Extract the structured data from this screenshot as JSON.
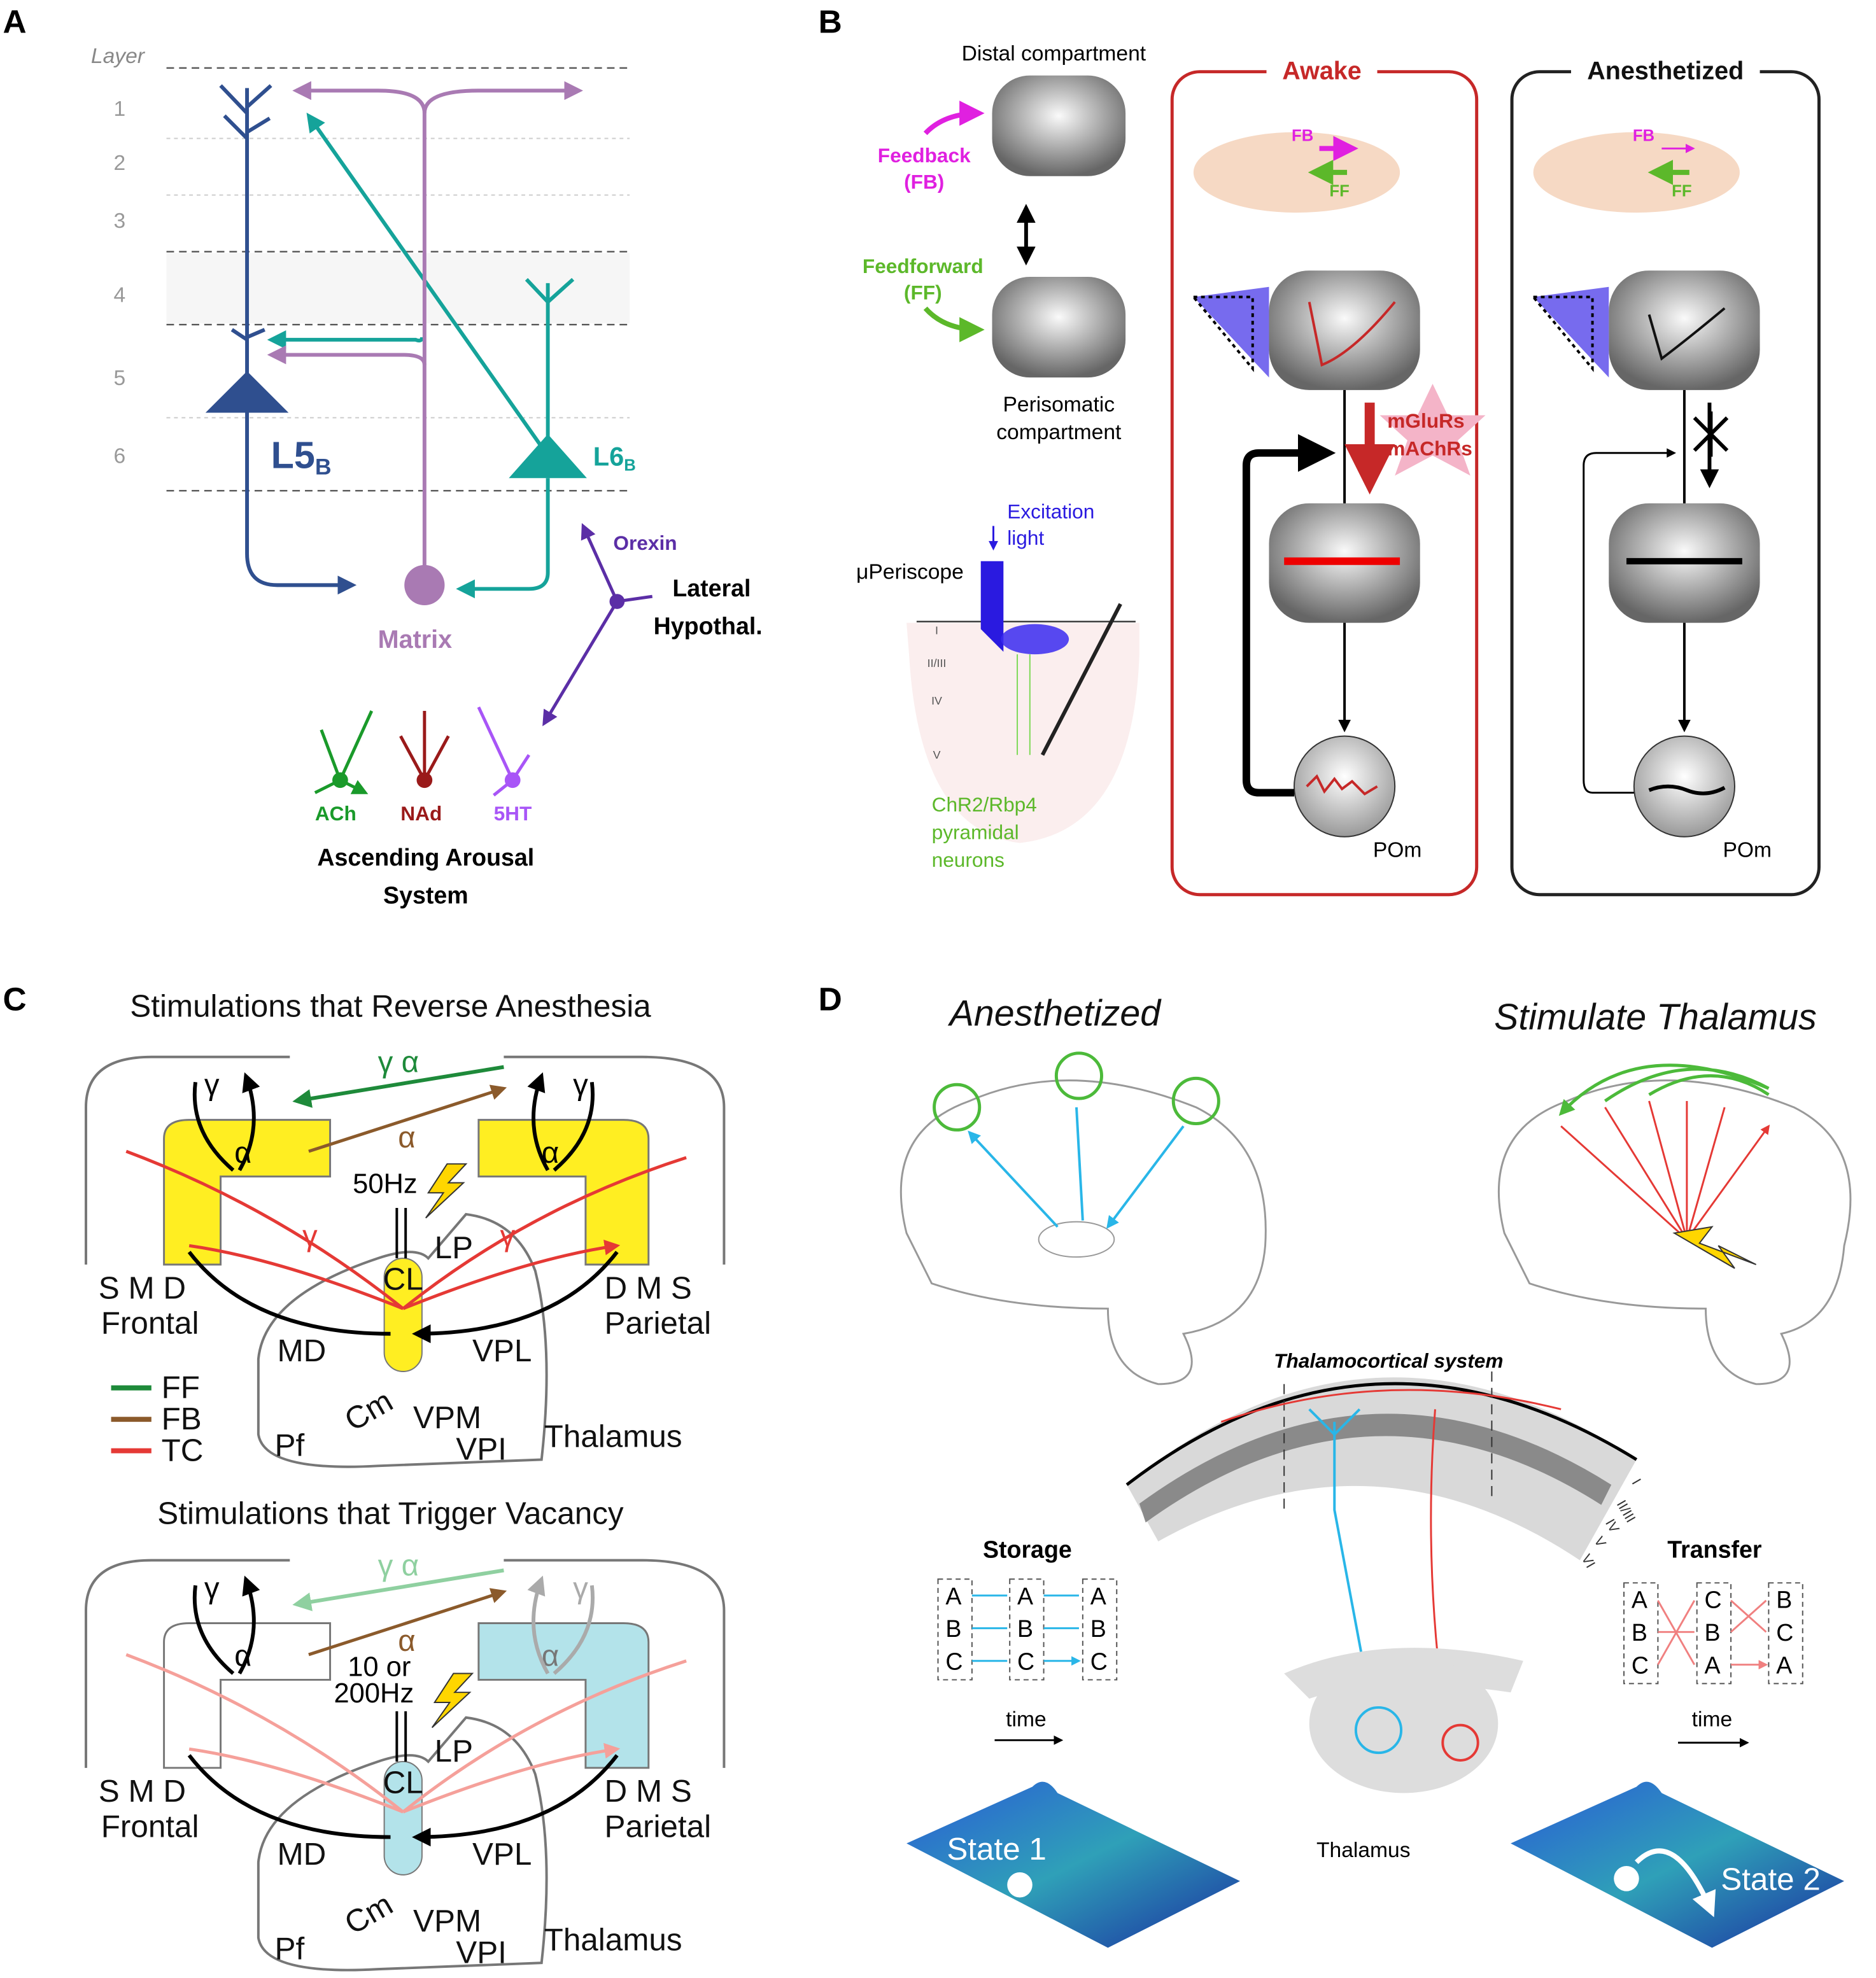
{
  "panel_labels": [
    "A",
    "B",
    "C",
    "D"
  ],
  "panel_a": {
    "layer_heading": "Layer",
    "layers": [
      "1",
      "2",
      "3",
      "4",
      "5",
      "6"
    ],
    "l5": "L5",
    "l5_sub": "B",
    "l6": "L6",
    "l6_sub": "B",
    "matrix": "Matrix",
    "orexin": "Orexin",
    "lateral_hypothal": [
      "Lateral",
      "Hypothal."
    ],
    "ach": "ACh",
    "nad": "NAd",
    "ht": "5HT",
    "arousal": [
      "Ascending Arousal",
      "System"
    ],
    "colors": {
      "l5": "#2f4f8f",
      "l6": "#15a39a",
      "matrix": "#a97ab3",
      "orexin": "#5b2ea6",
      "ach": "#1a9a2a",
      "nad": "#9a1a1a",
      "ht": "#a855f7"
    }
  },
  "panel_b": {
    "distal": "Distal compartment",
    "feedback": [
      "Feedback",
      "(FB)"
    ],
    "feedforward": [
      "Feedforward",
      "(FF)"
    ],
    "perisomatic": [
      "Perisomatic",
      "compartment"
    ],
    "excitation": [
      "Excitation",
      "light"
    ],
    "periscope": "μPeriscope",
    "cortical_layers": [
      "I",
      "II/III",
      "IV",
      "V"
    ],
    "chr2": [
      "ChR2/Rbp4",
      "pyramidal",
      "neurons"
    ],
    "awake": {
      "title": "Awake",
      "fb": "FB",
      "ff": "FF",
      "receptors": [
        "mGluRs",
        "mAChRs"
      ],
      "pom": "POm"
    },
    "anesthetized": {
      "title": "Anesthetized",
      "fb": "FB",
      "ff": "FF",
      "pom": "POm"
    },
    "colors": {
      "feedback": "#e020e0",
      "feedforward": "#5cb82a",
      "awake": "#c62828",
      "light": "#2a1ae0"
    }
  },
  "panel_c": {
    "top": {
      "title": "Stimulations that Reverse Anesthesia",
      "gamma": "γ",
      "alpha": "α",
      "gamma_alpha": "γ α",
      "frequency": [
        "50Hz"
      ]
    },
    "bottom": {
      "title": "Stimulations that Trigger Vacancy",
      "gamma": "γ",
      "alpha": "α",
      "gamma_alpha": "γ α",
      "frequency": [
        "10 or",
        "200Hz"
      ]
    },
    "smd_left": "S  M  D",
    "smd_right": "D  M  S",
    "frontal": "Frontal",
    "parietal": "Parietal",
    "nuclei": {
      "cl": "CL",
      "lp": "LP",
      "md": "MD",
      "vpl": "VPL",
      "cm": "Cm",
      "vpm": "VPM",
      "vpi": "VPI",
      "pf": "Pf"
    },
    "thalamus": "Thalamus",
    "legend": [
      {
        "label": "FF",
        "color": "#1e8a3a"
      },
      {
        "label": "FB",
        "color": "#8b5a2b"
      },
      {
        "label": "TC",
        "color": "#e53935"
      }
    ]
  },
  "panel_d": {
    "anesthetized": "Anesthetized",
    "stimulate": "Stimulate Thalamus",
    "thalamocortical": "Thalamocortical system",
    "cortical_layers": [
      "I",
      "II/III",
      "IV",
      "V",
      "VI"
    ],
    "storage": {
      "title": "Storage",
      "columns": [
        [
          "A",
          "B",
          "C"
        ],
        [
          "A",
          "B",
          "C"
        ],
        [
          "A",
          "B",
          "C"
        ]
      ],
      "time": "time"
    },
    "transfer": {
      "title": "Transfer",
      "columns": [
        [
          "A",
          "B",
          "C"
        ],
        [
          "C",
          "B",
          "A"
        ],
        [
          "B",
          "C",
          "A"
        ]
      ],
      "time": "time"
    },
    "thalamus": "Thalamus",
    "state1": "State 1",
    "state2": "State 2"
  }
}
